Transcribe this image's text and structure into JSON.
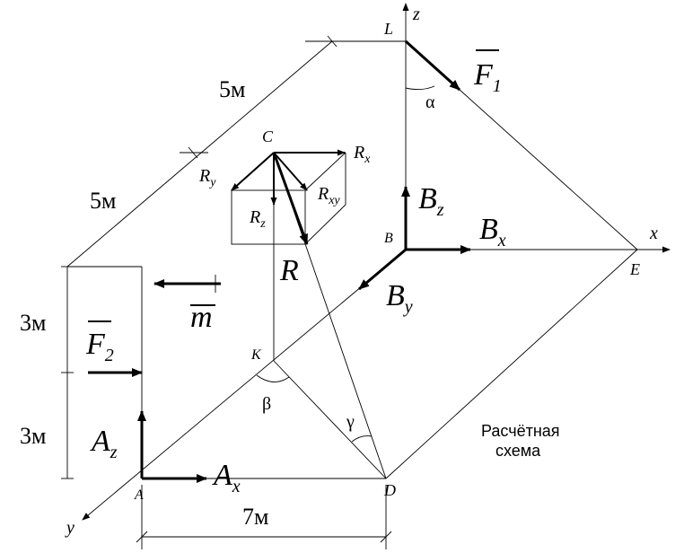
{
  "points": {
    "L": "L",
    "C": "C",
    "B": "B",
    "K": "K",
    "A": "A",
    "D": "D",
    "E": "E"
  },
  "axes": {
    "x": "x",
    "y": "y",
    "z": "z"
  },
  "forces": {
    "F1": "F",
    "F1_sub": "1",
    "F2": "F",
    "F2_sub": "2",
    "R": "R",
    "Rx": "R",
    "Rx_sub": "x",
    "Ry": "R",
    "Ry_sub": "y",
    "Rz": "R",
    "Rz_sub": "z",
    "Rxy": "R",
    "Rxy_sub": "xy",
    "Bz": "B",
    "Bz_sub": "z",
    "Bx": "B",
    "Bx_sub": "x",
    "By": "B",
    "By_sub": "y",
    "Az": "A",
    "Az_sub": "z",
    "Ax": "A",
    "Ax_sub": "x",
    "m": "m"
  },
  "angles": {
    "alpha": "α",
    "beta": "β",
    "gamma": "γ"
  },
  "dimensions": {
    "top_5m": "5м",
    "mid_5m": "5м",
    "upper_3m": "3м",
    "lower_3m": "3м",
    "bottom_7m": "7м"
  },
  "caption": {
    "line1": "Расчётная",
    "line2": "схема"
  }
}
